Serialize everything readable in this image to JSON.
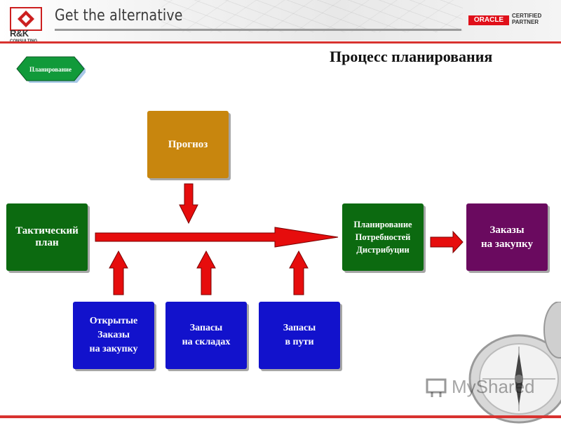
{
  "header": {
    "logo_text": "R&K",
    "logo_subtext": "CONSULTING",
    "tagline": "Get the alternative",
    "oracle_label": "ORACLE",
    "certified_line1": "CERTIFIED",
    "certified_line2": "PARTNER"
  },
  "badge": {
    "label": "Планирование"
  },
  "title": "Процесс планирования",
  "diagram": {
    "forecast": "Прогноз",
    "tactical_plan": "Тактический\nплан",
    "drp": "Планирование\nПотребностей\nДистрибуции",
    "purchase_orders": "Заказы\nна закупку",
    "open_orders": "Открытые\nЗаказы\nна закупку",
    "warehouse_stock": "Запасы\nна складах",
    "transit_stock": "Запасы\nв пути"
  },
  "watermark": "MyShared",
  "colors": {
    "accent_red": "#d8322f",
    "arrow_red": "#e60d0d",
    "forecast": "#c8860e",
    "green": "#0c6a10",
    "purple": "#6a0a5f",
    "blue": "#1212cc"
  }
}
